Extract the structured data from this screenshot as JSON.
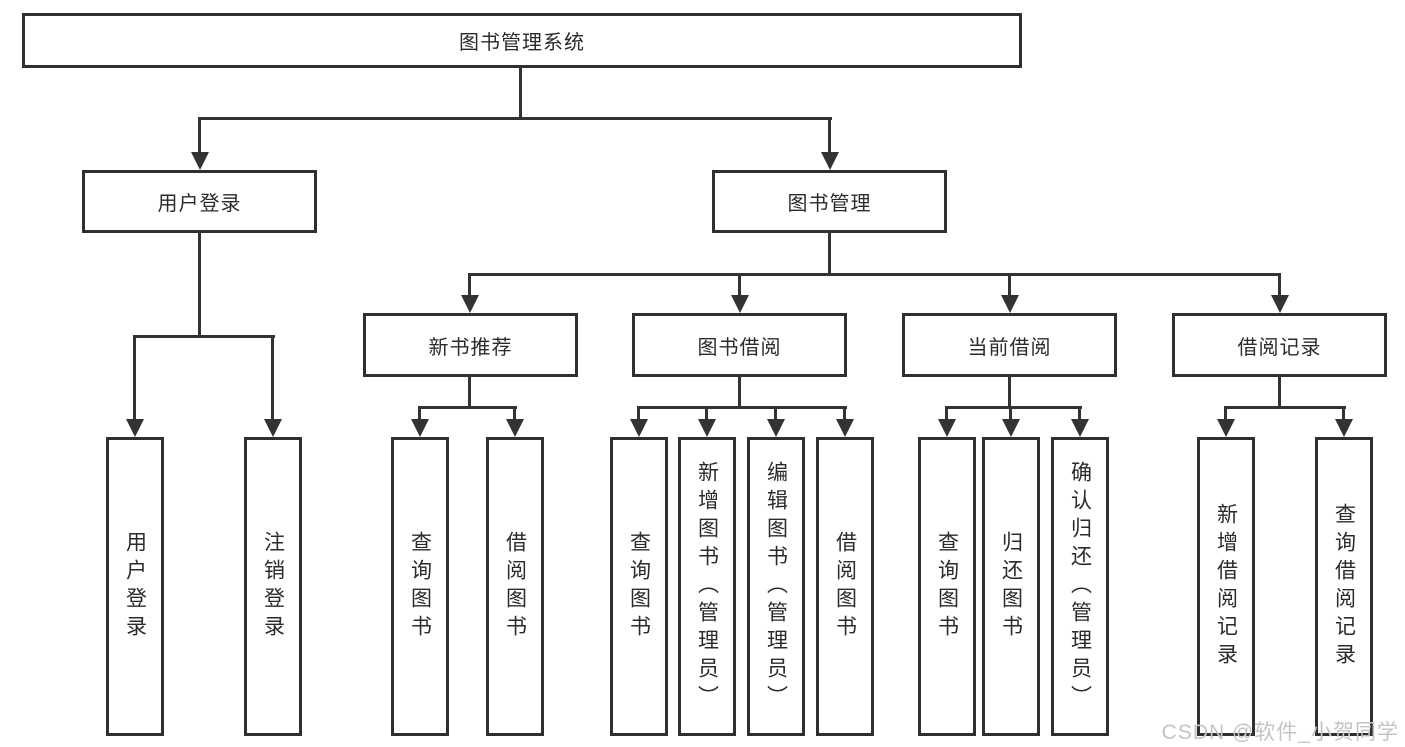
{
  "tree": {
    "title": "图书管理系统",
    "user_login": {
      "label": "用户登录",
      "items": {
        "login": "用户登录",
        "logout": "注销登录"
      }
    },
    "book_mgmt": {
      "label": "图书管理",
      "groups": {
        "new_books": {
          "label": "新书推荐",
          "items": {
            "query_books": "查询图书",
            "borrow_books": "借阅图书"
          }
        },
        "book_borrow": {
          "label": "图书借阅",
          "items": {
            "query_books": "查询图书",
            "add_books": "新增图书（管理员）",
            "edit_books": "编辑图书（管理员）",
            "borrow_books": "借阅图书"
          }
        },
        "current_borrow": {
          "label": "当前借阅",
          "items": {
            "query_books": "查询图书",
            "return_books": "归还图书",
            "confirm_return": "确认归还（管理员）"
          }
        },
        "borrow_records": {
          "label": "借阅记录",
          "items": {
            "add_record": "新增借阅记录",
            "query_record": "查询借阅记录"
          }
        }
      }
    }
  },
  "watermark": "CSDN @软件_小贺同学",
  "colors": {
    "line": "#333333",
    "box_border": "#2f2f2f",
    "box_bg": "#ffffff",
    "text": "#2b2b2b",
    "watermark_text": "#c4c4c4"
  }
}
